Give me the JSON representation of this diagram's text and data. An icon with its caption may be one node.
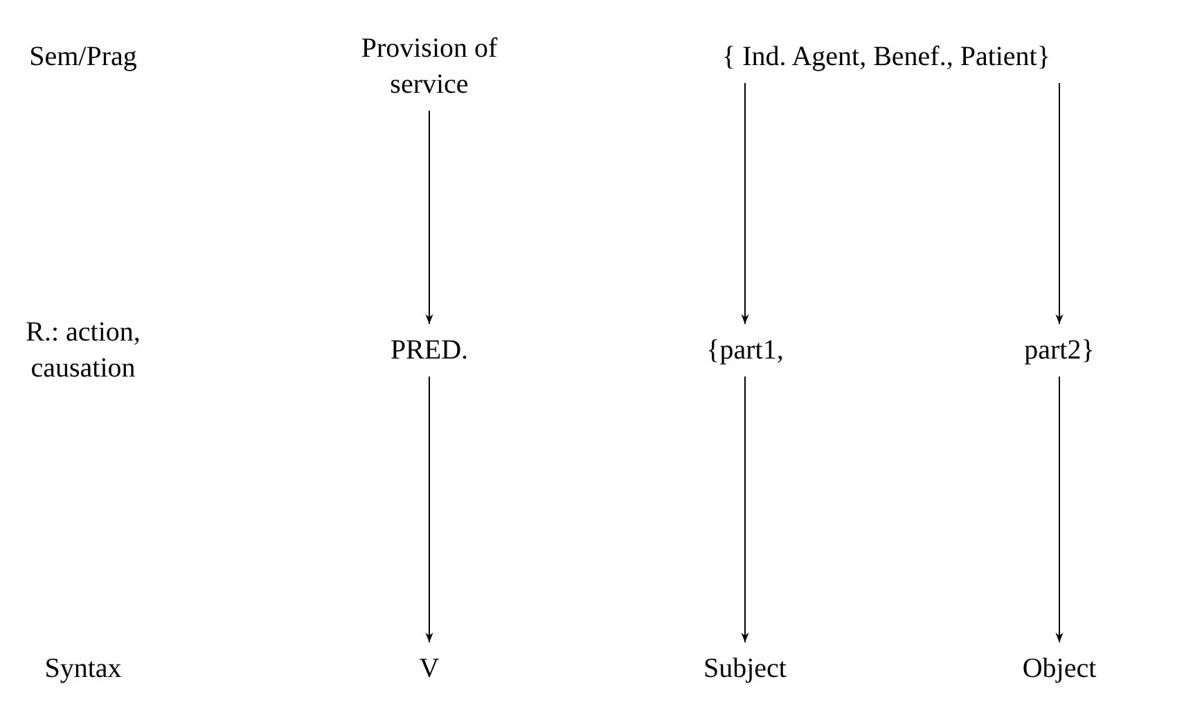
{
  "diagram": {
    "nodes": [
      {
        "text": [
          "Provision of service"
        ]
      },
      {
        "text": [
          "{ Ind. Agent, Benef., Patient}"
        ]
      },
      {
        "text": [
          "PRED."
        ]
      },
      {
        "text": [
          "{part1,"
        ]
      },
      {
        "text": [
          "part2}"
        ]
      },
      {
        "text": [
          "V"
        ]
      },
      {
        "text": [
          "Subject"
        ]
      },
      {
        "text": [
          "Object"
        ]
      }
    ],
    "edges": [
      {
        "from": 0,
        "to": 2,
        "arrow": "to"
      },
      {
        "from": 1,
        "to": 3,
        "arrow": "to"
      },
      {
        "from": 1,
        "to": 4,
        "arrow": "to"
      },
      {
        "from": 2,
        "to": 5,
        "arrow": "to"
      },
      {
        "from": 3,
        "to": 6,
        "arrow": "to"
      },
      {
        "from": 4,
        "to": 7,
        "arrow": "to"
      }
    ],
    "labels": [
      "Sem/Prag",
      "R.: action, causation",
      "Syntax"
    ]
  }
}
